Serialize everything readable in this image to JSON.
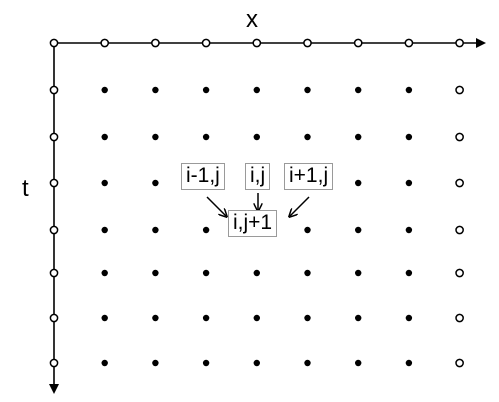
{
  "diagram": {
    "axis_x_label": "x",
    "axis_t_label": "t",
    "grid": {
      "columns": 9,
      "rows": 8,
      "boundary_point_style": "hollow",
      "interior_point_style": "filled"
    },
    "stencil": {
      "left_label": "i-1,j",
      "center_label": "i,j",
      "right_label": "i+1,j",
      "target_label": "i,j+1"
    },
    "colors": {
      "ink": "#000000",
      "box_border": "#9a9a9a",
      "background": "#ffffff"
    }
  }
}
